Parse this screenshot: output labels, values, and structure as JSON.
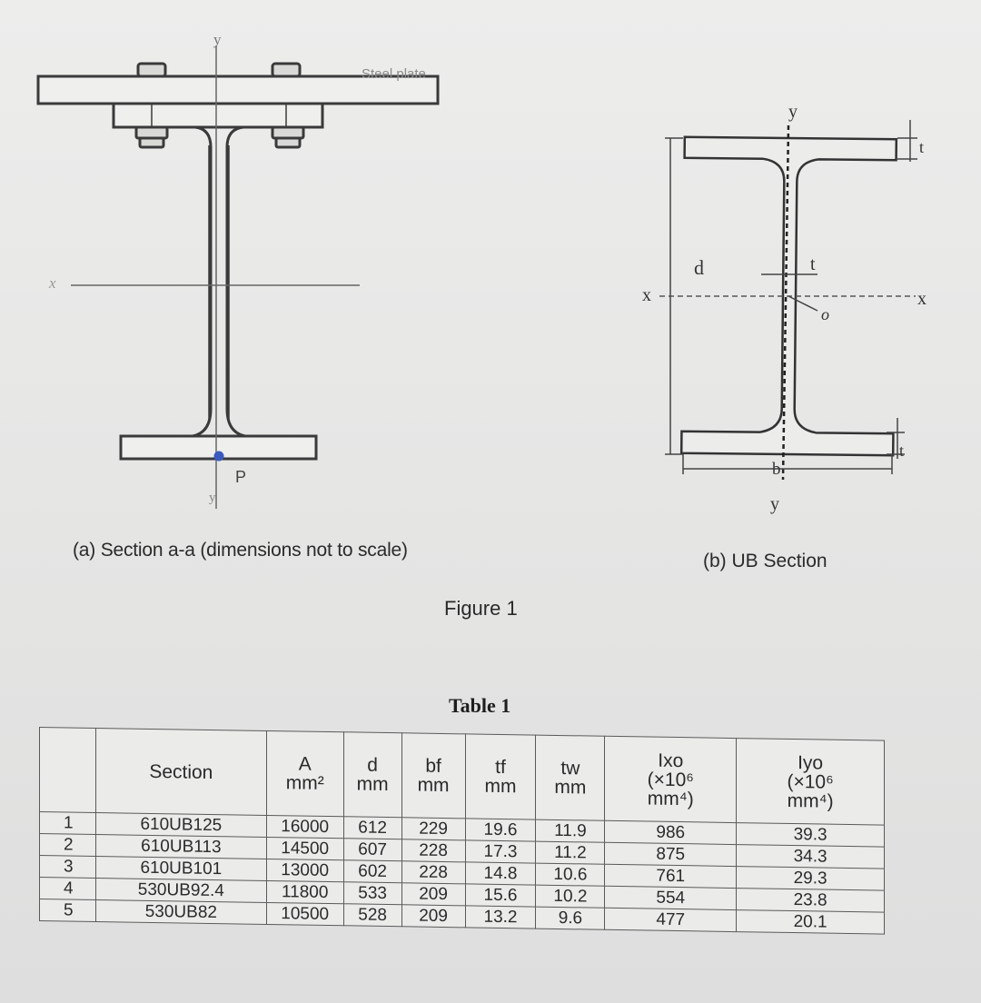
{
  "figure": {
    "plate_label": "Steel plate",
    "caption_a": "(a) Section a-a (dimensions not to scale)",
    "caption_b": "(b) UB Section",
    "title": "Figure 1",
    "a_labels": {
      "y_top": "y",
      "y_bottom": "y",
      "x_left": "x",
      "point": "P"
    },
    "b_labels": {
      "y_top": "y",
      "y_bottom": "y",
      "x_left": "x",
      "x_right": "x",
      "tf_top": "t",
      "tf_bottom": "t",
      "tw": "t",
      "d": "d",
      "bf": "b",
      "origin": "o"
    }
  },
  "table": {
    "title": "Table 1",
    "headers": [
      {
        "lines": [
          ""
        ]
      },
      {
        "lines": [
          "Section"
        ]
      },
      {
        "lines": [
          "A",
          "mm²"
        ]
      },
      {
        "lines": [
          "d",
          "mm"
        ]
      },
      {
        "lines": [
          "bf",
          "mm"
        ]
      },
      {
        "lines": [
          "tf",
          "mm"
        ]
      },
      {
        "lines": [
          "tw",
          "mm"
        ]
      },
      {
        "lines": [
          "Ixo",
          "(×10⁶",
          "mm⁴)"
        ]
      },
      {
        "lines": [
          "Iyo",
          "(×10⁶",
          "mm⁴)"
        ]
      }
    ],
    "rows": [
      [
        "1",
        "610UB125",
        "16000",
        "612",
        "229",
        "19.6",
        "11.9",
        "986",
        "39.3"
      ],
      [
        "2",
        "610UB113",
        "14500",
        "607",
        "228",
        "17.3",
        "11.2",
        "875",
        "34.3"
      ],
      [
        "3",
        "610UB101",
        "13000",
        "602",
        "228",
        "14.8",
        "10.6",
        "761",
        "29.3"
      ],
      [
        "4",
        "530UB92.4",
        "11800",
        "533",
        "209",
        "15.6",
        "10.2",
        "554",
        "23.8"
      ],
      [
        "5",
        "530UB82",
        "10500",
        "528",
        "209",
        "13.2",
        "9.6",
        "477",
        "20.1"
      ]
    ]
  }
}
